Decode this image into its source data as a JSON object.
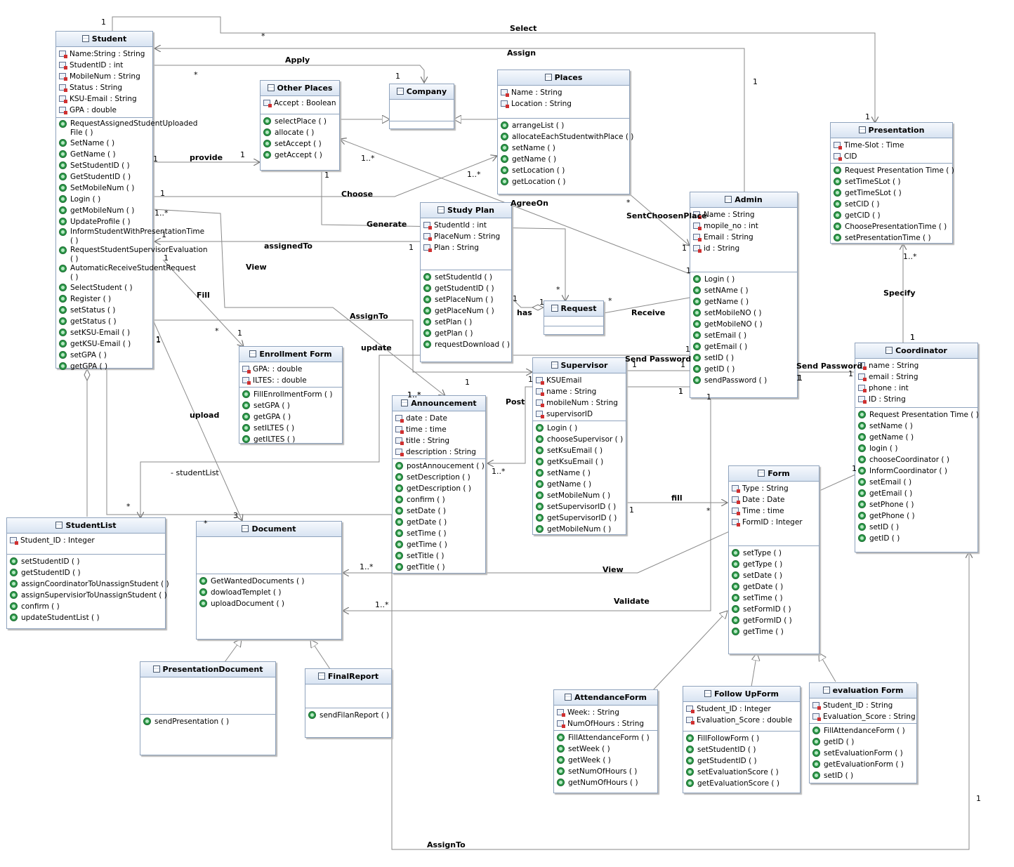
{
  "classes": {
    "student": {
      "name": "Student",
      "attrs": [
        "Name:String : String",
        "StudentID : int",
        "MobileNum : String",
        "Status : String",
        "KSU-Email : String",
        "GPA : double"
      ],
      "ops": [
        "RequestAssignedStudentUploaded File  ( )",
        "SetName ( )",
        "GetName ( )",
        "SetStudentID ( )",
        "GetStudentID ( )",
        "SetMobileNum ( )",
        "Login ( )",
        "getMobileNum ( )",
        "UpdateProfile ( )",
        "InformStudentWithPresentationTime ( )",
        "RequestStudentSupervisorEvaluation ( )",
        "AutomaticReceiveStudentRequest ( )",
        "SelectStudent ( )",
        "Register ( )",
        "setStatus ( )",
        "getStatus ( )",
        "setKSU-Email ( )",
        "getKSU-Email ( )",
        "setGPA ( )",
        "getGPA ( )"
      ]
    },
    "other_places": {
      "name": "Other Places",
      "attrs": [
        "Accept : Boolean"
      ],
      "ops": [
        "selectPlace ( )",
        "allocate ( )",
        "setAccept ( )",
        "getAccept ( )"
      ]
    },
    "company": {
      "name": "Company",
      "attrs": [],
      "ops": []
    },
    "places": {
      "name": "Places",
      "attrs": [
        "Name : String",
        "Location : String"
      ],
      "ops": [
        "arrangeList ( )",
        "allocateEachStudentwithPlace ( )",
        "setName ( )",
        "getName ( )",
        "setLocation ( )",
        "getLocation ( )"
      ]
    },
    "presentation": {
      "name": "Presentation",
      "attrs": [
        "Time-Slot : Time",
        "CID"
      ],
      "ops": [
        "Request Presentation Time ( )",
        "setTimeSLot ( )",
        "getTimeSLot ( )",
        "setCID ( )",
        "getCID ( )",
        "ChoosePresentationTime ( )",
        "setPresentationTime ( )"
      ]
    },
    "study_plan": {
      "name": "Study Plan",
      "attrs": [
        "StudentId : int",
        "PlaceNum : String",
        "Plan : String"
      ],
      "ops": [
        "setStudentId ( )",
        "getStudentID ( )",
        "setPlaceNum ( )",
        "getPlaceNum ( )",
        "setPlan ( )",
        "getPlan ( )",
        "requestDownload ( )"
      ]
    },
    "admin": {
      "name": "Admin",
      "attrs": [
        "Name : String",
        "mopile_no : int",
        "Email : String",
        "id : String"
      ],
      "ops": [
        "Login ( )",
        "setNAme ( )",
        "getName ( )",
        "setMobileNO ( )",
        "getMobileNO ( )",
        "setEmail ( )",
        "getEmail ( )",
        "setID ( )",
        "getID ( )",
        "sendPassword ( )"
      ]
    },
    "request": {
      "name": "Request",
      "attrs": [],
      "ops": []
    },
    "enrollment_form": {
      "name": "Enrollment Form",
      "attrs": [
        "GPA: : double",
        "ILTES: : double"
      ],
      "ops": [
        "FillEnrollmentForm ( )",
        "setGPA ( )",
        "getGPA ( )",
        "setILTES ( )",
        "getILTES ( )"
      ]
    },
    "supervisor": {
      "name": "Supervisor",
      "attrs": [
        "KSUEmail",
        "name : String",
        "mobileNum : String",
        "supervisorID"
      ],
      "ops": [
        "Login ( )",
        "chooseSupervisor ( )",
        "setKsuEmail ( )",
        "getKsuEmail ( )",
        "setName ( )",
        "getName ( )",
        "setMobileNum ( )",
        "setSupervisorID ( )",
        "getSupervisorID ( )",
        "getMobileNum ( )"
      ]
    },
    "coordinator": {
      "name": "Coordinator",
      "attrs": [
        "name : String",
        "email : String",
        "phone : int",
        "ID : String"
      ],
      "ops": [
        "Request Presentation Time ( )",
        "setName ( )",
        "getName ( )",
        "login ( )",
        "chooseCoordinator ( )",
        "InformCoordinator ( )",
        "setEmail ( )",
        "getEmail ( )",
        "setPhone ( )",
        "getPhone ( )",
        "setID ( )",
        "getID ( )"
      ]
    },
    "announcement": {
      "name": "Announcement",
      "attrs": [
        "date : Date",
        "time : time",
        "title : String",
        "description : String"
      ],
      "ops": [
        "postAnnoucement ( )",
        "setDescription ( )",
        "getDescription ( )",
        "confirm ( )",
        "setDate ( )",
        "getDate ( )",
        "setTime ( )",
        "getTime ( )",
        "setTitle ( )",
        "getTitle ( )"
      ]
    },
    "form": {
      "name": "Form",
      "attrs": [
        "Type : String",
        "Date : Date",
        "Time : time",
        "FormID : Integer"
      ],
      "ops": [
        "setType ( )",
        "getType ( )",
        "setDate ( )",
        "getDate ( )",
        "setTime ( )",
        "setFormID ( )",
        "getFormID ( )",
        "getTime ( )"
      ]
    },
    "student_list": {
      "name": "StudentList",
      "attrs": [
        "Student_ID : Integer"
      ],
      "ops": [
        "setStudentID ( )",
        "getStudentID ( )",
        "assignCoordinatorToUnassignStudent ( )",
        "assignSupervisiorToUnassignStudent ( )",
        "confirm ( )",
        "updateStudentList ( )"
      ]
    },
    "document": {
      "name": "Document",
      "attrs": [],
      "ops": [
        "GetWantedDocuments ( )",
        "dowloadTemplet ( )",
        "uploadDocument ( )"
      ]
    },
    "presentation_document": {
      "name": "PresentationDocument",
      "attrs": [],
      "ops": [
        "sendPresentation ( )"
      ]
    },
    "final_report": {
      "name": "FinalReport",
      "attrs": [],
      "ops": [
        "sendFilanReport ( )"
      ]
    },
    "attendance_form": {
      "name": "AttendanceForm",
      "attrs": [
        "Week: : String",
        "NumOfHours : String"
      ],
      "ops": [
        "FillAttendanceForm ( )",
        "setWeek ( )",
        "getWeek ( )",
        "setNumOfHours ( )",
        "getNumOfHours ( )"
      ]
    },
    "followup_form": {
      "name": "Follow UpForm",
      "attrs": [
        "Student_ID : Integer",
        "Evaluation_Score : double"
      ],
      "ops": [
        "FillFollowForm ( )",
        "setStudentID ( )",
        "getStudentID ( )",
        "setEvaluationScore ( )",
        "getEvaluationScore ( )"
      ]
    },
    "evaluation_form": {
      "name": "evaluation Form",
      "attrs": [
        "Student_ID : String",
        "Evaluation_Score : String"
      ],
      "ops": [
        "FillAttendanceForm ( )",
        "getID ( )",
        "setEvaluationForm ( )",
        "getEvaluationForm ( )",
        "setID ( )"
      ]
    }
  },
  "association_labels": {
    "select": "Select",
    "assign": "Assign",
    "apply": "Apply",
    "provide": "provide",
    "choose": "Choose",
    "agree_on": "AgreeOn",
    "generate": "Generate",
    "sent_choosen_place": "SentChoosenPlace",
    "assigned_to": "assignedTo",
    "view": "View",
    "fill": "Fill",
    "has": "has",
    "receive": "Receive",
    "assign_to": "AssignTo",
    "update": "update",
    "send_password_1": "Send Password",
    "send_password_2": "Send Password",
    "specify": "Specify",
    "post": "Post",
    "upload": "upload",
    "student_list_role": "- studentList",
    "fill_form": "fill",
    "view_document": "View",
    "validate": "Validate",
    "assign_to_bottom": "AssignTo"
  },
  "multiplicities": {
    "m1": "1",
    "m2": "*",
    "m3": "1",
    "m4": "1",
    "m5": "1",
    "m6": "*",
    "m7": "1",
    "m8": "1",
    "m9": "1..*",
    "m10": "1",
    "m11": "1..*",
    "m12": "1",
    "m13": "*",
    "m14": "1",
    "m15": "1",
    "m16": "1",
    "m17": "1..*",
    "m18": "1",
    "m19": "1",
    "m20": "*",
    "m21": "*",
    "m22": "1",
    "m23": "1",
    "m24": "1",
    "m25": "1",
    "m26": "*",
    "m27": "1",
    "m28": "1",
    "m29": "1..*",
    "m30": "1",
    "m31": "1",
    "m32": "1",
    "m33": "1",
    "m34": "1",
    "m35": "1",
    "m36": "1",
    "m37": "1",
    "m38": "1..*",
    "m39": "1",
    "m40": "1",
    "m41": "1..*",
    "m42": "1",
    "m43": "*",
    "m44": "1",
    "m45": "*",
    "m46": "3",
    "m47": "*",
    "m48": "1..*",
    "m49": "1..*",
    "m50": "1",
    "m51": "1",
    "m52": "1..*",
    "m53": "1"
  }
}
